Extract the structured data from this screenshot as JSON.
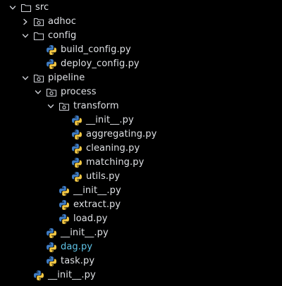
{
  "colors": {
    "background": "#000000",
    "text": "#dfe1e5",
    "highlight_text": "#5fc4e8",
    "folder_outline": "#ced0d6",
    "python_blue": "#3f7cc4",
    "python_yellow": "#f2c744"
  },
  "tree": [
    {
      "id": "src",
      "label": "src",
      "depth": 0,
      "type": "folder",
      "expanded": true,
      "icon": "folder-icon"
    },
    {
      "id": "adhoc",
      "label": "adhoc",
      "depth": 1,
      "type": "package",
      "expanded": false,
      "icon": "package-folder-icon"
    },
    {
      "id": "config",
      "label": "config",
      "depth": 1,
      "type": "folder",
      "expanded": true,
      "icon": "folder-icon"
    },
    {
      "id": "build_config",
      "label": "build_config.py",
      "depth": 2,
      "type": "file",
      "icon": "python-file-icon"
    },
    {
      "id": "deploy_config",
      "label": "deploy_config.py",
      "depth": 2,
      "type": "file",
      "icon": "python-file-icon"
    },
    {
      "id": "pipeline",
      "label": "pipeline",
      "depth": 1,
      "type": "package",
      "expanded": true,
      "icon": "package-folder-icon"
    },
    {
      "id": "process",
      "label": "process",
      "depth": 2,
      "type": "package",
      "expanded": true,
      "icon": "package-folder-icon"
    },
    {
      "id": "transform",
      "label": "transform",
      "depth": 3,
      "type": "package",
      "expanded": true,
      "icon": "package-folder-icon"
    },
    {
      "id": "transform_init",
      "label": "__init__.py",
      "depth": 4,
      "type": "file",
      "icon": "python-file-icon"
    },
    {
      "id": "aggregating",
      "label": "aggregating.py",
      "depth": 4,
      "type": "file",
      "icon": "python-file-icon"
    },
    {
      "id": "cleaning",
      "label": "cleaning.py",
      "depth": 4,
      "type": "file",
      "icon": "python-file-icon"
    },
    {
      "id": "matching",
      "label": "matching.py",
      "depth": 4,
      "type": "file",
      "icon": "python-file-icon"
    },
    {
      "id": "utils",
      "label": "utils.py",
      "depth": 4,
      "type": "file",
      "icon": "python-file-icon"
    },
    {
      "id": "process_init",
      "label": "__init__.py",
      "depth": 3,
      "type": "file",
      "icon": "python-file-icon"
    },
    {
      "id": "extract",
      "label": "extract.py",
      "depth": 3,
      "type": "file",
      "icon": "python-file-icon"
    },
    {
      "id": "load",
      "label": "load.py",
      "depth": 3,
      "type": "file",
      "icon": "python-file-icon"
    },
    {
      "id": "pipeline_init",
      "label": "__init__.py",
      "depth": 2,
      "type": "file",
      "icon": "python-file-icon"
    },
    {
      "id": "dag",
      "label": "dag.py",
      "depth": 2,
      "type": "file",
      "icon": "python-file-icon",
      "highlighted": true
    },
    {
      "id": "task",
      "label": "task.py",
      "depth": 2,
      "type": "file",
      "icon": "python-file-icon"
    },
    {
      "id": "src_init",
      "label": "__init__.py",
      "depth": 1,
      "type": "file",
      "icon": "python-file-icon"
    }
  ]
}
